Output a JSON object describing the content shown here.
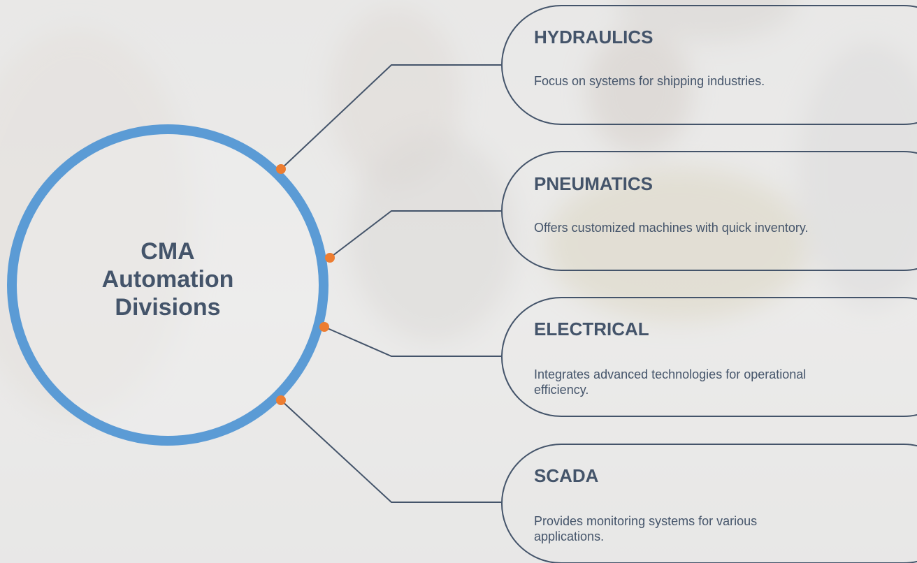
{
  "center": {
    "title": "CMA\nAutomation\nDivisions"
  },
  "items": [
    {
      "title": "HYDRAULICS",
      "description": "Focus on systems for shipping industries."
    },
    {
      "title": "PNEUMATICS",
      "description": "Offers customized machines with quick inventory."
    },
    {
      "title": "ELECTRICAL",
      "description": "Integrates advanced technologies for operational efficiency."
    },
    {
      "title": "SCADA",
      "description": "Provides monitoring systems for various applications."
    }
  ],
  "colors": {
    "ring": "#5b9bd5",
    "dot": "#ed7d31",
    "line": "#44546a",
    "text": "#44546a"
  }
}
